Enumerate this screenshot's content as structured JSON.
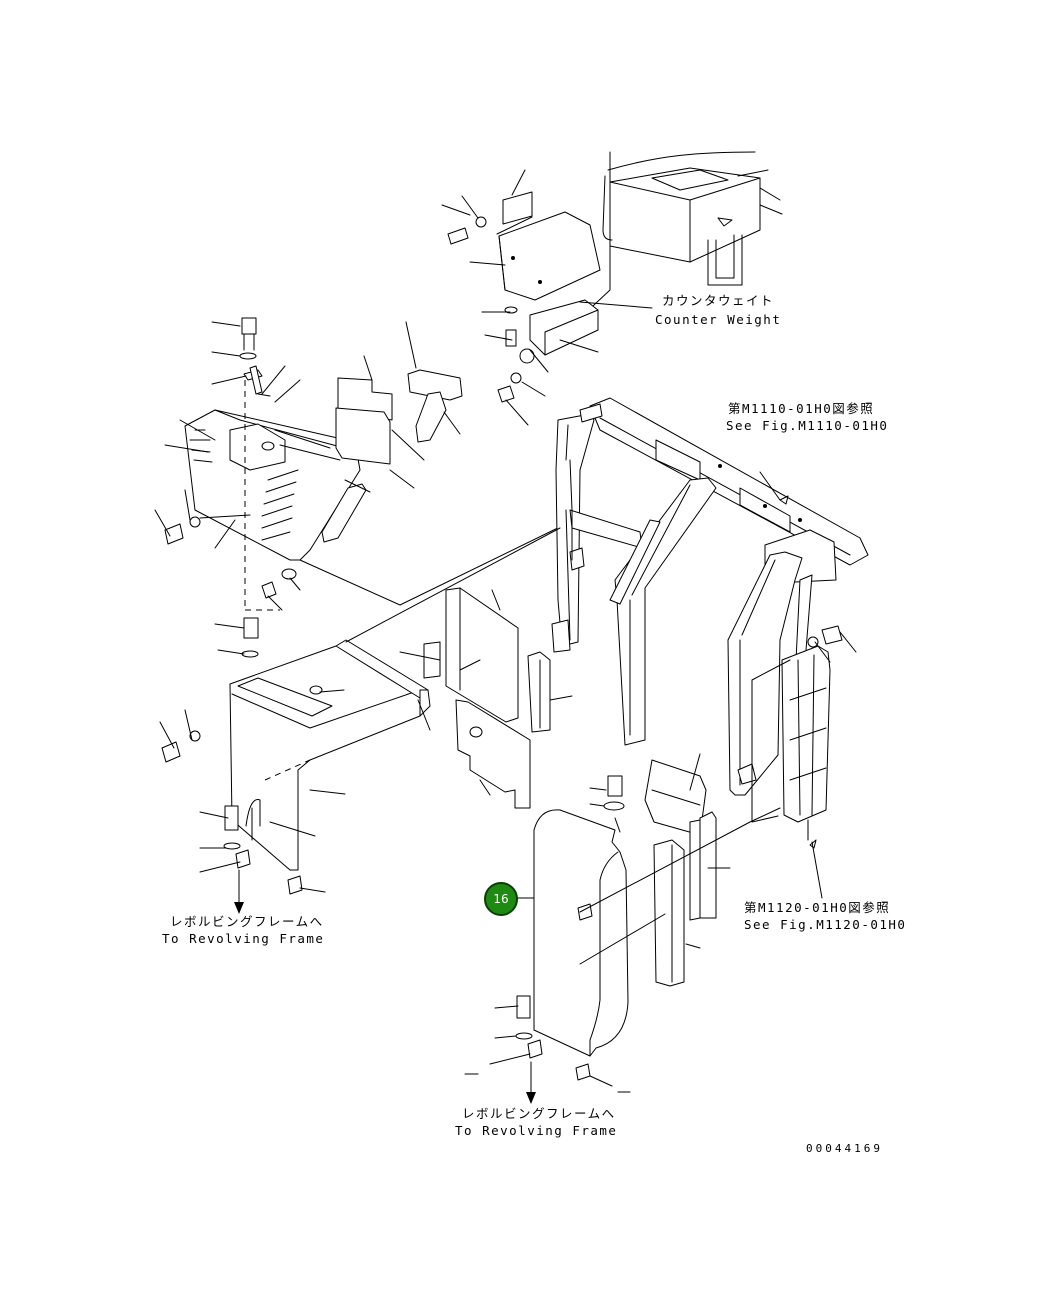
{
  "labels": {
    "counterweight_jp": "カウンタウェイト",
    "counterweight_en": "Counter Weight",
    "see_fig1_jp": "第M1110-01H0図参照",
    "see_fig1_en": "See Fig.M1110-01H0",
    "see_fig2_jp": "第M1120-01H0図参照",
    "see_fig2_en": "See Fig.M1120-01H0",
    "revolving_left_jp": "レボルビングフレームへ",
    "revolving_left_en": "To Revolving Frame",
    "revolving_center_jp": "レボルビングフレームへ",
    "revolving_center_en": "To Revolving Frame"
  },
  "callout": {
    "number": "16",
    "color": "#1f8a12"
  },
  "document_number": "00044169"
}
